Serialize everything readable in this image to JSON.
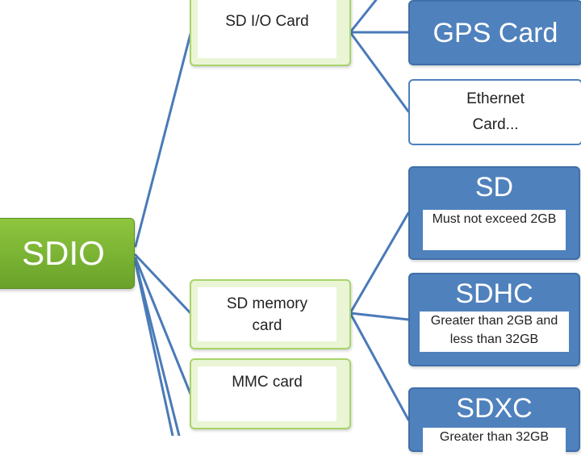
{
  "root": {
    "label": "SDIO"
  },
  "categories": {
    "io_card": {
      "label": "SD I/O Card"
    },
    "memory_card": {
      "label": "SD memory card"
    },
    "mmc_card": {
      "label": "MMC card"
    }
  },
  "io_cards": {
    "gps": {
      "label": "GPS Card"
    },
    "ethernet": {
      "label": "Ethernet Card..."
    }
  },
  "memory_types": [
    {
      "title": "SD",
      "note": "Must not exceed 2GB"
    },
    {
      "title": "SDHC",
      "note": "Greater than 2GB and less than 32GB"
    },
    {
      "title": "SDXC",
      "note": "Greater than 32GB"
    }
  ],
  "colors": {
    "root_green": "#7ab435",
    "category_border": "#a9d36b",
    "leaf_blue": "#4f81bd",
    "connector": "#4a7ab8"
  }
}
